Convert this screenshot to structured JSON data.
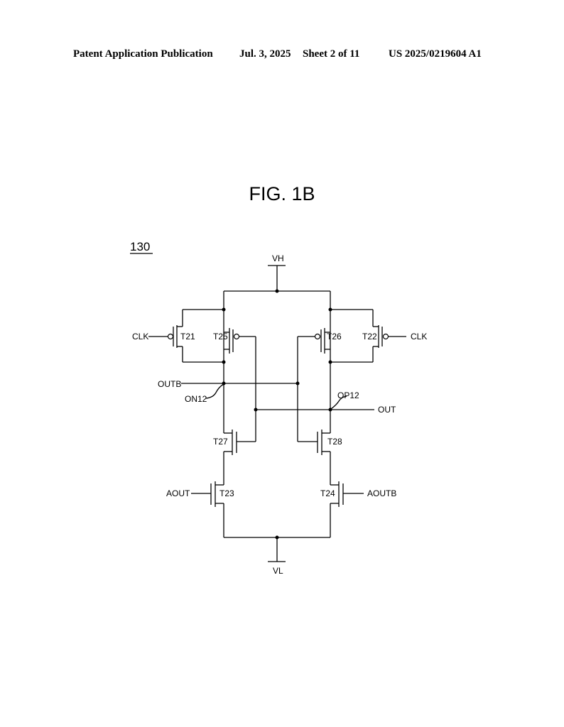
{
  "header": {
    "publication": "Patent Application Publication",
    "date": "Jul. 3, 2025",
    "sheet": "Sheet 2 of 11",
    "number": "US 2025/0219604 A1"
  },
  "figure": {
    "title": "FIG. 1B",
    "reference": "130"
  },
  "circuit": {
    "supply_high": "VH",
    "supply_low": "VL",
    "signals": {
      "clk_left": "CLK",
      "clk_right": "CLK",
      "outb": "OUTB",
      "out": "OUT",
      "aout": "AOUT",
      "aoutb": "AOUTB"
    },
    "nodes": {
      "on12": "ON12",
      "op12": "OP12"
    },
    "transistors": {
      "t21": "T21",
      "t22": "T22",
      "t23": "T23",
      "t24": "T24",
      "t25": "T25",
      "t26": "T26",
      "t27": "T27",
      "t28": "T28"
    }
  }
}
